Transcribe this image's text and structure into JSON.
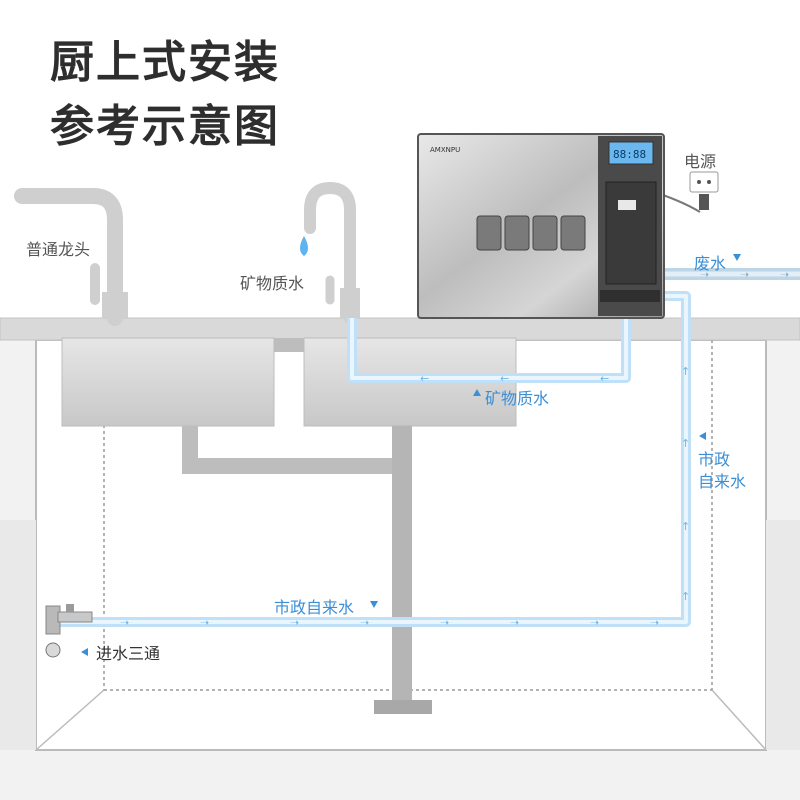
{
  "title": {
    "line1": "厨上式安装",
    "line2": "参考示意图"
  },
  "labels": {
    "ordinary_faucet": "普通龙头",
    "mineral_water_faucet": "矿物质水",
    "power": "电源",
    "waste_water": "废水",
    "mineral_water_pipe": "矿物质水",
    "municipal_water_right_line1": "市政",
    "municipal_water_right_line2": "自来水",
    "municipal_water_bottom": "市政自来水",
    "inlet_tee": "进水三通"
  },
  "device": {
    "brand": "AMXNPU",
    "display": "88:88"
  },
  "colors": {
    "pipe_blue": "#bfe0f6",
    "text_blue": "#3b8fd6",
    "cabinet_gray": "#c9c9c9",
    "counter_gray": "#d6d6d6"
  }
}
